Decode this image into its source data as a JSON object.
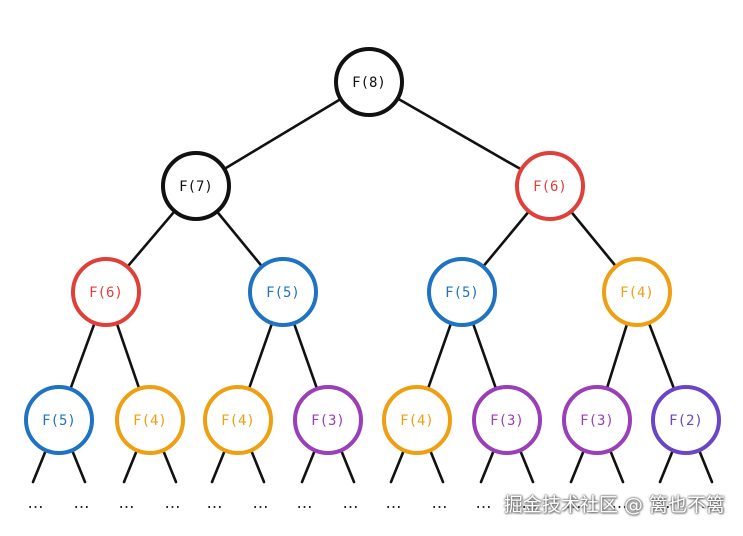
{
  "colors": {
    "black": "#111111",
    "red": "#e0403a",
    "blue": "#1f73c2",
    "orange": "#ee9f12",
    "purple": "#9a3fb8",
    "violet": "#6a46c6"
  },
  "nodes": [
    {
      "id": "n0",
      "label": "F(8)",
      "color": "black"
    },
    {
      "id": "n1",
      "label": "F(7)",
      "color": "black"
    },
    {
      "id": "n2",
      "label": "F(6)",
      "color": "red"
    },
    {
      "id": "n3",
      "label": "F(6)",
      "color": "red"
    },
    {
      "id": "n4",
      "label": "F(5)",
      "color": "blue"
    },
    {
      "id": "n5",
      "label": "F(5)",
      "color": "blue"
    },
    {
      "id": "n6",
      "label": "F(4)",
      "color": "orange"
    },
    {
      "id": "n7",
      "label": "F(5)",
      "color": "blue"
    },
    {
      "id": "n8",
      "label": "F(4)",
      "color": "orange"
    },
    {
      "id": "n9",
      "label": "F(4)",
      "color": "orange"
    },
    {
      "id": "n10",
      "label": "F(3)",
      "color": "purple"
    },
    {
      "id": "n11",
      "label": "F(4)",
      "color": "orange"
    },
    {
      "id": "n12",
      "label": "F(3)",
      "color": "purple"
    },
    {
      "id": "n13",
      "label": "F(3)",
      "color": "purple"
    },
    {
      "id": "n14",
      "label": "F(2)",
      "color": "violet"
    }
  ],
  "edges": [
    [
      "n0",
      "n1"
    ],
    [
      "n0",
      "n2"
    ],
    [
      "n1",
      "n3"
    ],
    [
      "n1",
      "n4"
    ],
    [
      "n2",
      "n5"
    ],
    [
      "n2",
      "n6"
    ],
    [
      "n3",
      "n7"
    ],
    [
      "n3",
      "n8"
    ],
    [
      "n4",
      "n9"
    ],
    [
      "n4",
      "n10"
    ],
    [
      "n5",
      "n11"
    ],
    [
      "n5",
      "n12"
    ],
    [
      "n6",
      "n13"
    ],
    [
      "n6",
      "n14"
    ]
  ],
  "ellipsis": "…",
  "watermark": "掘金技术社区 @ 篱也不篱"
}
